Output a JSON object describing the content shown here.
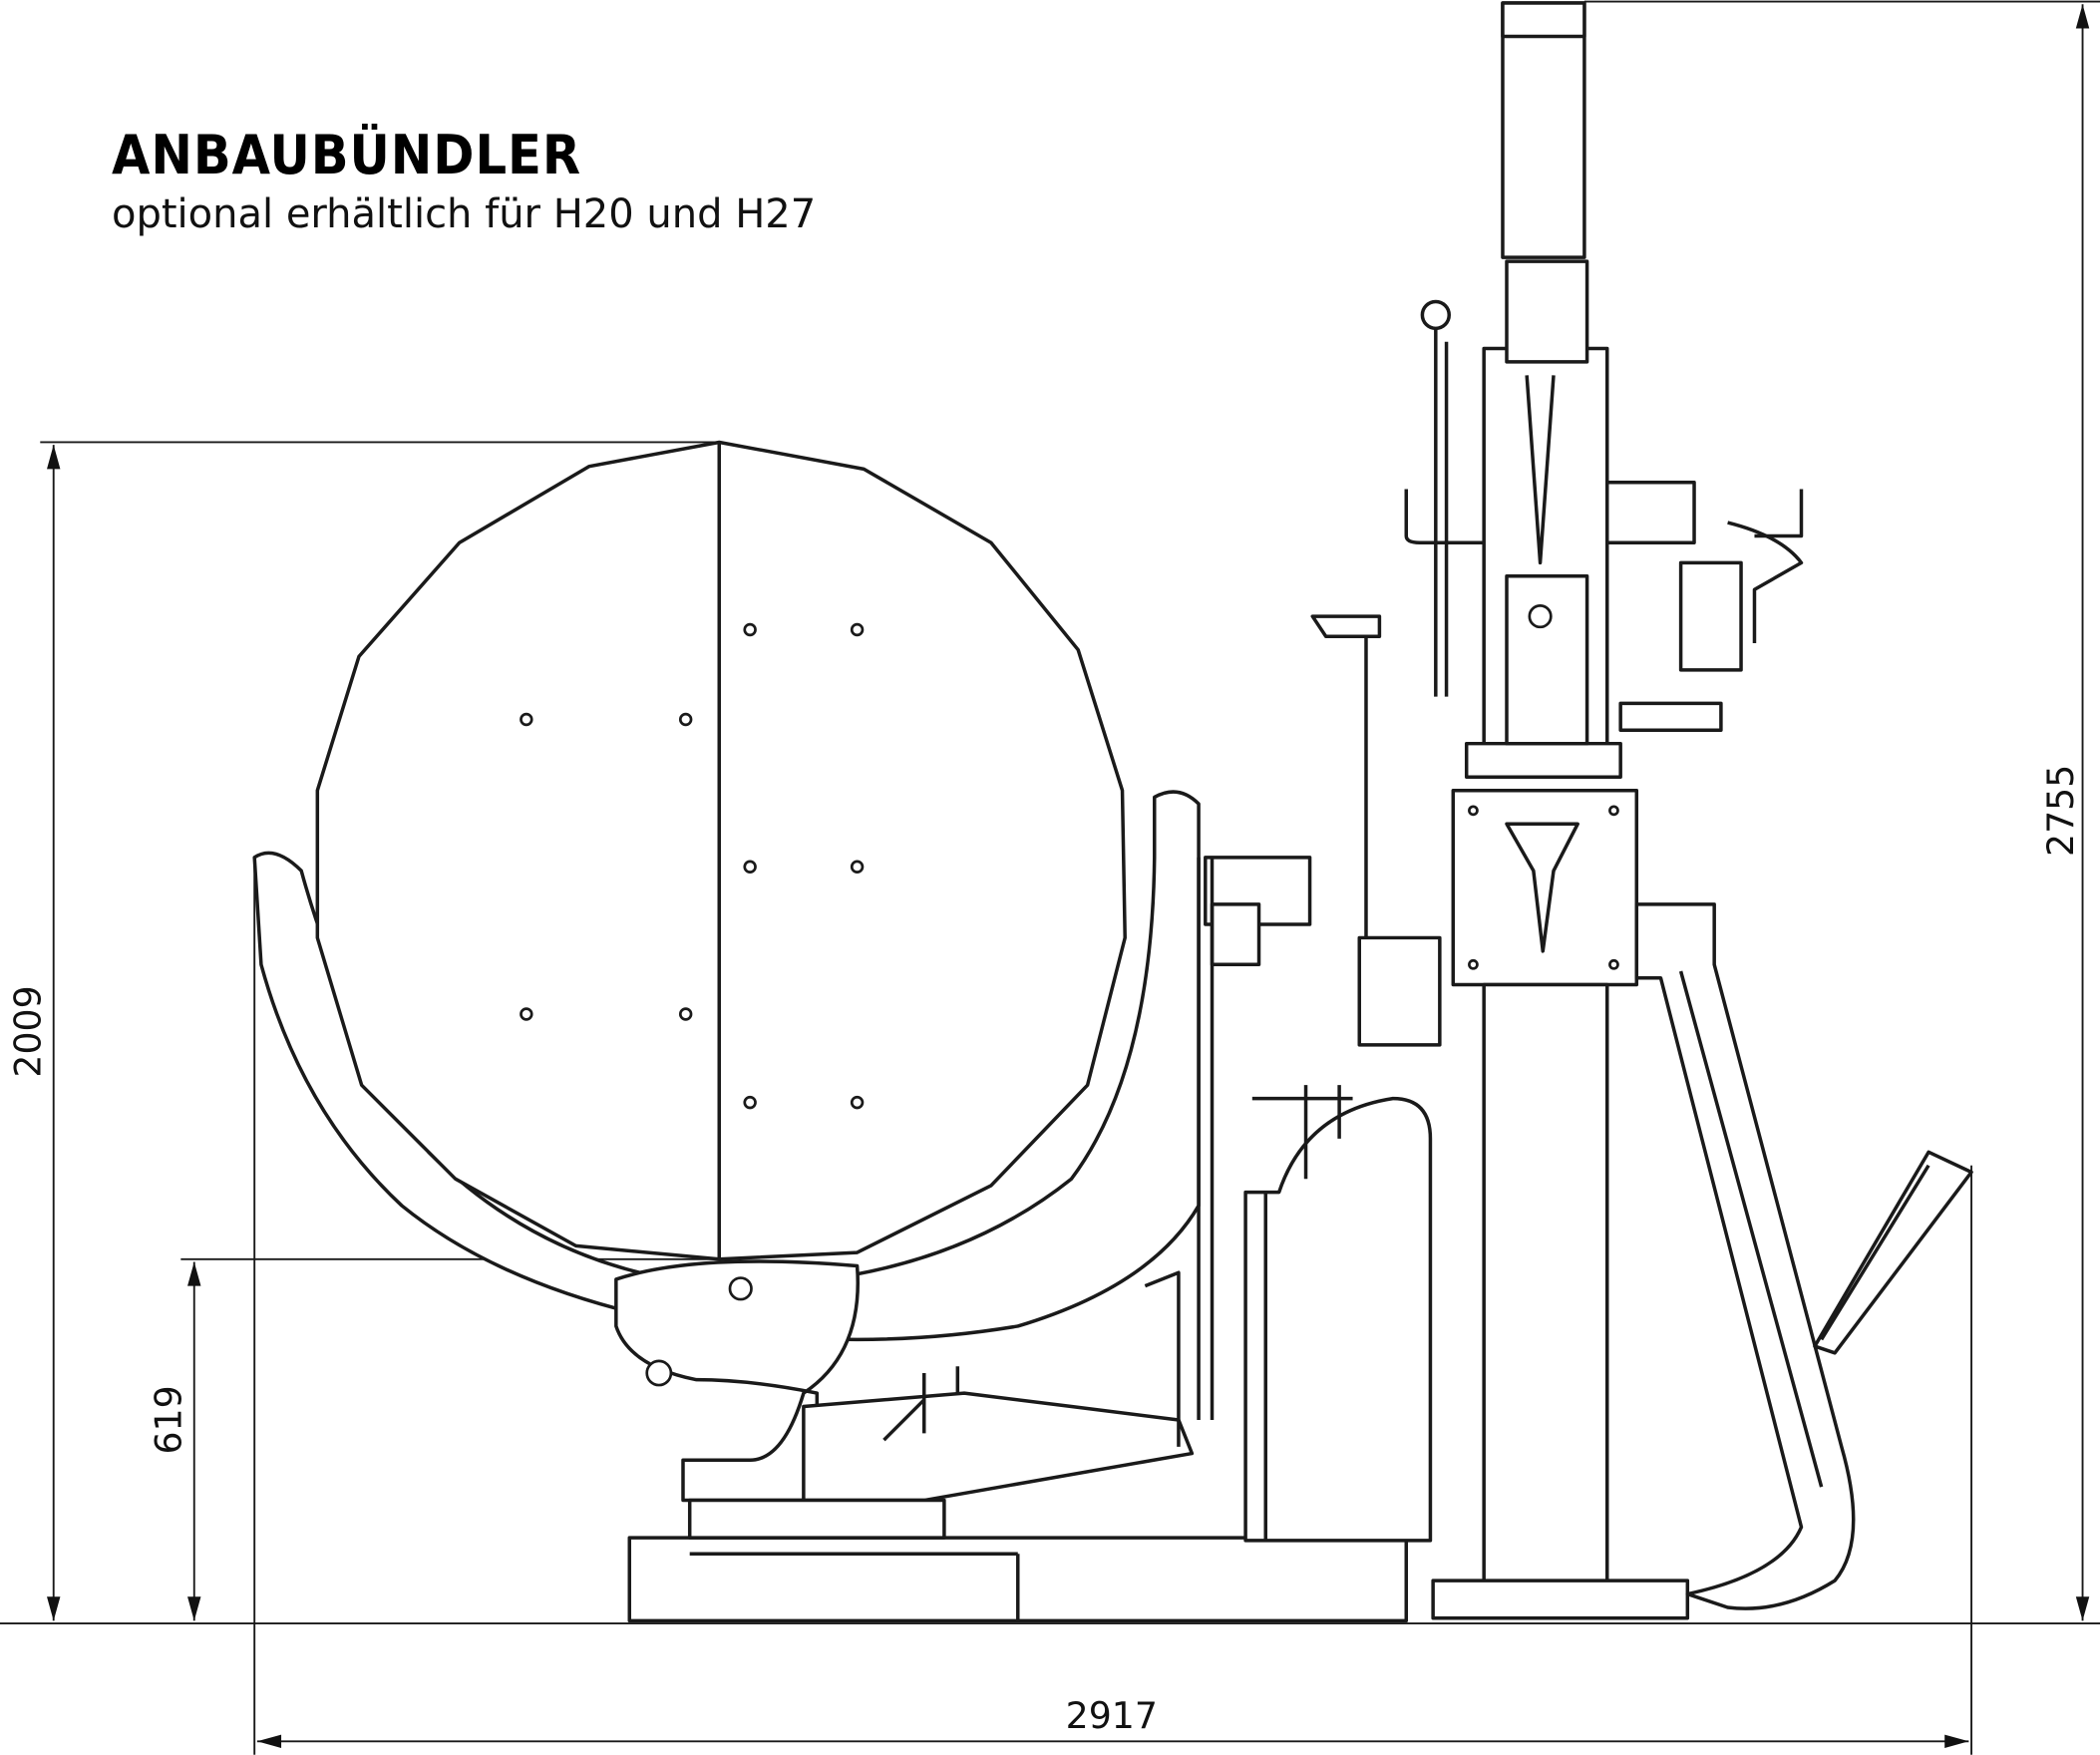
{
  "title": "ANBAUBÜNDLER",
  "subtitle": "optional erhältlich für H20 und H27",
  "dimensions": {
    "overall_height_baler": "2009",
    "overall_height_mast": "2755",
    "lower_height": "619",
    "overall_length": "2917"
  }
}
